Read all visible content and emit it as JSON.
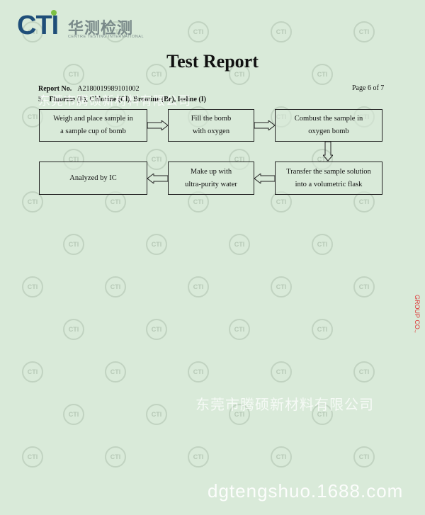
{
  "logo": {
    "letters": "CTI",
    "chinese": "华测检测",
    "tagline": "CENTRE TESTING INTERNATIONAL"
  },
  "title": "Test Report",
  "report": {
    "label": "Report No.",
    "number": "A2180019989101002",
    "page": "Page 6 of 7"
  },
  "section": {
    "number": "5.",
    "heading": "Fluorine (F), Chlorine (Cl), Bromine (Br), Iodine (I)"
  },
  "watermarks": {
    "seal_text": "CTI",
    "company_top": "东莞市腾硕新材料有限公司",
    "company_mid": "东莞市腾硕新材料有限公司",
    "url": "dgtengshuo.1688.com",
    "side_stamp": "GROUP CO.,"
  },
  "flow": {
    "step1": [
      "Weigh and place sample in",
      "a sample cup of bomb"
    ],
    "step2": [
      "Fill the bomb",
      "with oxygen"
    ],
    "step3": [
      "Combust the sample in",
      "oxygen bomb"
    ],
    "step4": [
      "Transfer the sample solution",
      "into a volumetric flask"
    ],
    "step5": [
      "Make up with",
      "ultra-purity water"
    ],
    "step6": [
      "Analyzed by IC"
    ]
  }
}
